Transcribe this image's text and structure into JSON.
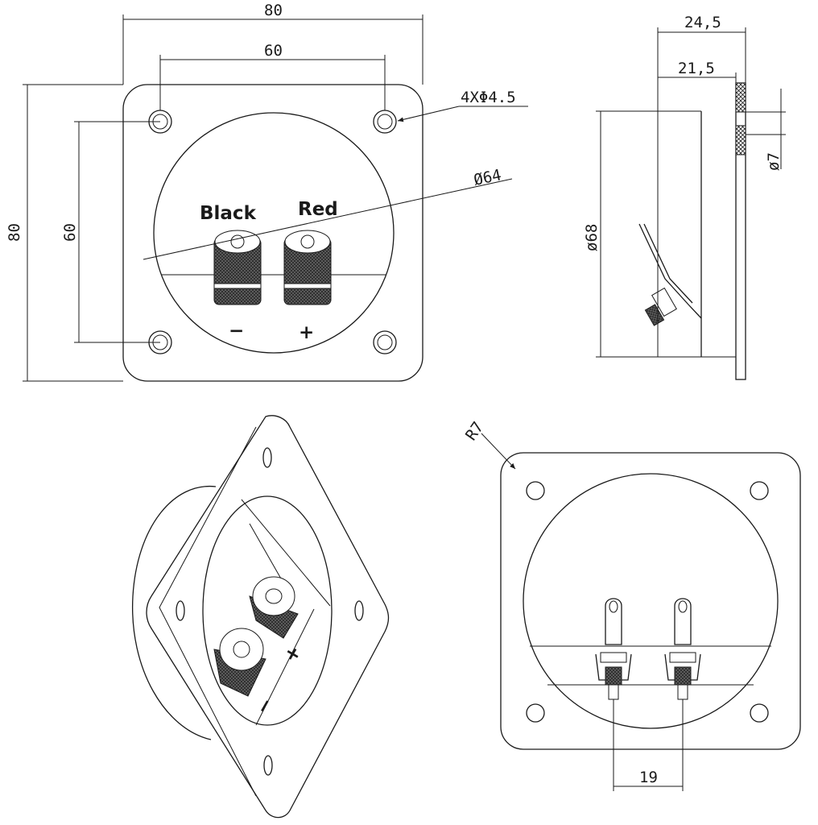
{
  "front_view": {
    "width_outer": "80",
    "hole_spacing_horizontal": "60",
    "height_outer": "80",
    "hole_spacing_vertical": "60",
    "hole_callout": "4XΦ4.5",
    "diameter_callout": "Ø64",
    "terminal_left_label": "Black",
    "terminal_right_label": "Red",
    "polarity_negative": "−",
    "polarity_positive": "+"
  },
  "side_view": {
    "overall_depth": "24,5",
    "depth_to_flange": "21,5",
    "diameter_body": "ø68",
    "flange_hole": "ø7"
  },
  "rear_view": {
    "corner_radius": "R7",
    "terminal_spacing": "19"
  },
  "colors": {
    "line": "#1a1a1a",
    "terminal_dark": "#222222",
    "background": "#ffffff"
  }
}
